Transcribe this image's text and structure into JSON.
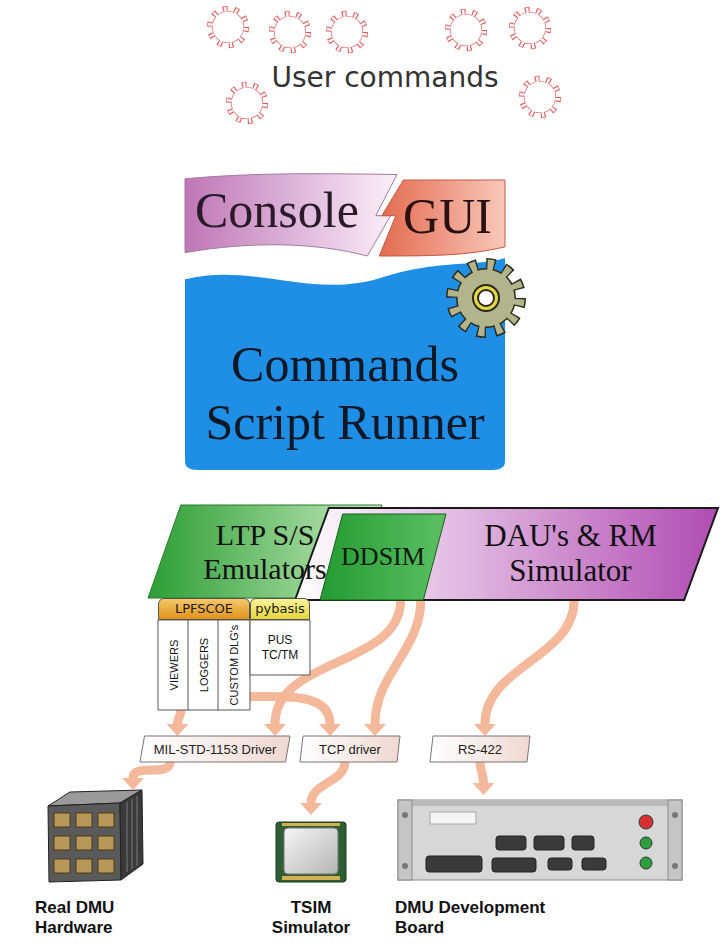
{
  "diagram": {
    "nodes": [
      {
        "text": [
          "Console"
        ]
      },
      {
        "text": [
          "GUI"
        ]
      },
      {
        "text": [
          "Commands Script Runner"
        ]
      },
      {
        "text": [
          "LTP S/S Emulators"
        ]
      },
      {
        "text": [
          "DAU's & RM Simulator"
        ]
      },
      {
        "text": [
          "DDSIM"
        ],
        "in": 4
      },
      {
        "text": [
          "LPFSCOE"
        ]
      },
      {
        "text": [
          "VIEWERS"
        ],
        "in": 6
      },
      {
        "text": [
          "LOGGERS"
        ],
        "in": 6
      },
      {
        "text": [
          "CUSTOM DLG's"
        ],
        "in": 6
      },
      {
        "text": [
          "pybasis"
        ]
      },
      {
        "text": [
          "PUS TC/TM"
        ],
        "in": 10
      },
      {
        "text": [
          "MIL-STD-1153 Driver"
        ]
      },
      {
        "text": [
          "TCP driver"
        ]
      },
      {
        "text": [
          "RS-422"
        ]
      },
      {
        "text": [
          "Real DMU Hardware"
        ]
      },
      {
        "text": [
          "TSIM Simulator"
        ]
      },
      {
        "text": [
          "DMU Development Board"
        ]
      }
    ],
    "edges": [
      {
        "from": 6,
        "to": 12,
        "arrow": "to"
      },
      {
        "from": 6,
        "to": 13,
        "arrow": "to"
      },
      {
        "from": 5,
        "to": 12,
        "arrow": "to"
      },
      {
        "from": 5,
        "to": 13,
        "arrow": "to"
      },
      {
        "from": 4,
        "to": 14,
        "arrow": "to"
      },
      {
        "from": 12,
        "to": 15,
        "arrow": "to"
      },
      {
        "from": 13,
        "to": 16,
        "arrow": "to"
      },
      {
        "from": 14,
        "to": 17,
        "arrow": "to"
      }
    ],
    "labels": [
      "User commands"
    ]
  }
}
